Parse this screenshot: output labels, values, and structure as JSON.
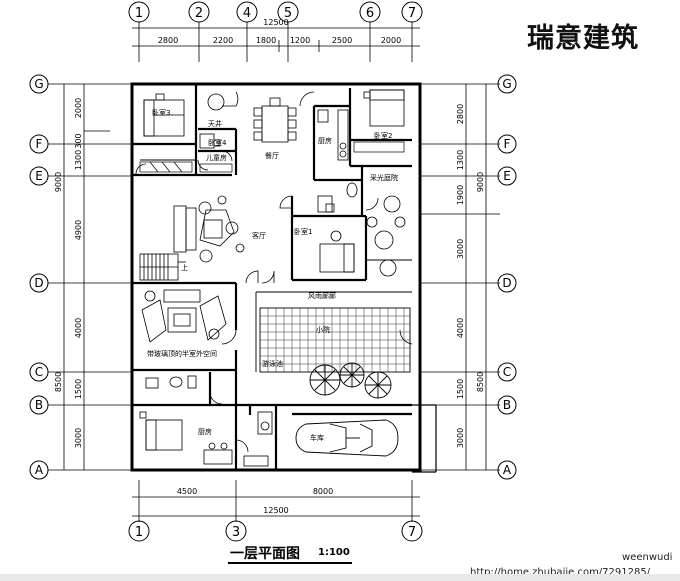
{
  "brand": "瑞意建筑",
  "plan_title": "一层平面图",
  "plan_scale": "1:100",
  "watermark": {
    "user": "weenwudi",
    "url": "http://home.zhubajie.com/7291285/"
  },
  "colors": {
    "line": "#000000",
    "background": "#ffffff"
  },
  "grid_axes": {
    "top": [
      "1",
      "2",
      "4",
      "5",
      "6",
      "7"
    ],
    "bottom": [
      "1",
      "3",
      "7"
    ],
    "left": [
      "G",
      "F",
      "E",
      "D",
      "C",
      "B",
      "A"
    ],
    "right": [
      "G",
      "F",
      "E",
      "D",
      "C",
      "B",
      "A"
    ]
  },
  "dimensions": {
    "top_total": "12500",
    "top_segments": [
      "2800",
      "2200",
      "1800",
      "1200",
      "2500",
      "2000"
    ],
    "bottom_total": "12500",
    "bottom_segments": [
      "4500",
      "8000"
    ],
    "left_outer": [
      "9000",
      "8500"
    ],
    "left_inner": [
      "2000",
      "300",
      "1300",
      "4900",
      "4000",
      "1500",
      "3000"
    ],
    "right_inner": [
      "2800",
      "1300",
      "1900",
      "3000",
      "4000",
      "1500",
      "3000"
    ],
    "right_outer": [
      "9000",
      "8500"
    ]
  },
  "rooms": [
    {
      "id": "bedroom3",
      "label": "卧室3"
    },
    {
      "id": "sky-well",
      "label": "天井"
    },
    {
      "id": "bedroom4",
      "label": "卧室4"
    },
    {
      "id": "kids-room",
      "label": "儿童房"
    },
    {
      "id": "dining",
      "label": "餐厅"
    },
    {
      "id": "kitchen",
      "label": "厨房"
    },
    {
      "id": "bedroom2",
      "label": "卧室2"
    },
    {
      "id": "lit-corridor",
      "label": "采光庭院"
    },
    {
      "id": "living",
      "label": "客厅"
    },
    {
      "id": "bedroom1",
      "label": "卧室1"
    },
    {
      "id": "gallery",
      "label": "风雨廊廊"
    },
    {
      "id": "courtyard",
      "label": "小院"
    },
    {
      "id": "terrace",
      "label": "带玻璃顶的半室外空间"
    },
    {
      "id": "pool",
      "label": "游泳池"
    },
    {
      "id": "kitchen-low",
      "label": "厨房"
    },
    {
      "id": "garage",
      "label": "车库"
    },
    {
      "id": "stair-up",
      "label": "上"
    }
  ]
}
